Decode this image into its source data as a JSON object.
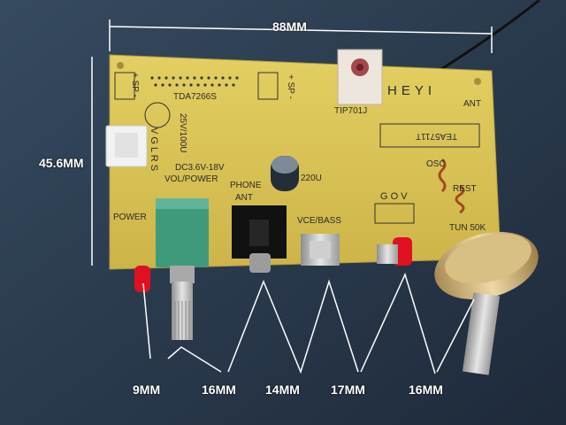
{
  "dimensions": {
    "width": "88MM",
    "height": "45.6MM",
    "callouts": [
      "9MM",
      "16MM",
      "14MM",
      "17MM",
      "16MM"
    ]
  },
  "board": {
    "chip_label": "TDA7266S",
    "sp_left": "+ SP -",
    "sp_right": "+ SP -",
    "cap_label": "25V/100U",
    "led_panel": "V G L R S",
    "power_spec": "DC3.6V-18V",
    "vol_power": "VOL/POWER",
    "phone": "PHONE",
    "ant_jack": "ANT",
    "cap2": "220U",
    "transistor": "TIP701J",
    "brand": "HEYI",
    "ant": "ANT",
    "ic": "TEA5711T",
    "osc": "OSC",
    "rest": "REST",
    "gov": "G O V",
    "vce_bass": "VCE/BASS",
    "tun": "TUN 50K",
    "power": "POWER"
  },
  "colors": {
    "pcb": "#d8c456",
    "background": "#2a3a4e",
    "pot_green": "#3f9a7c",
    "led_red": "#e01020"
  }
}
